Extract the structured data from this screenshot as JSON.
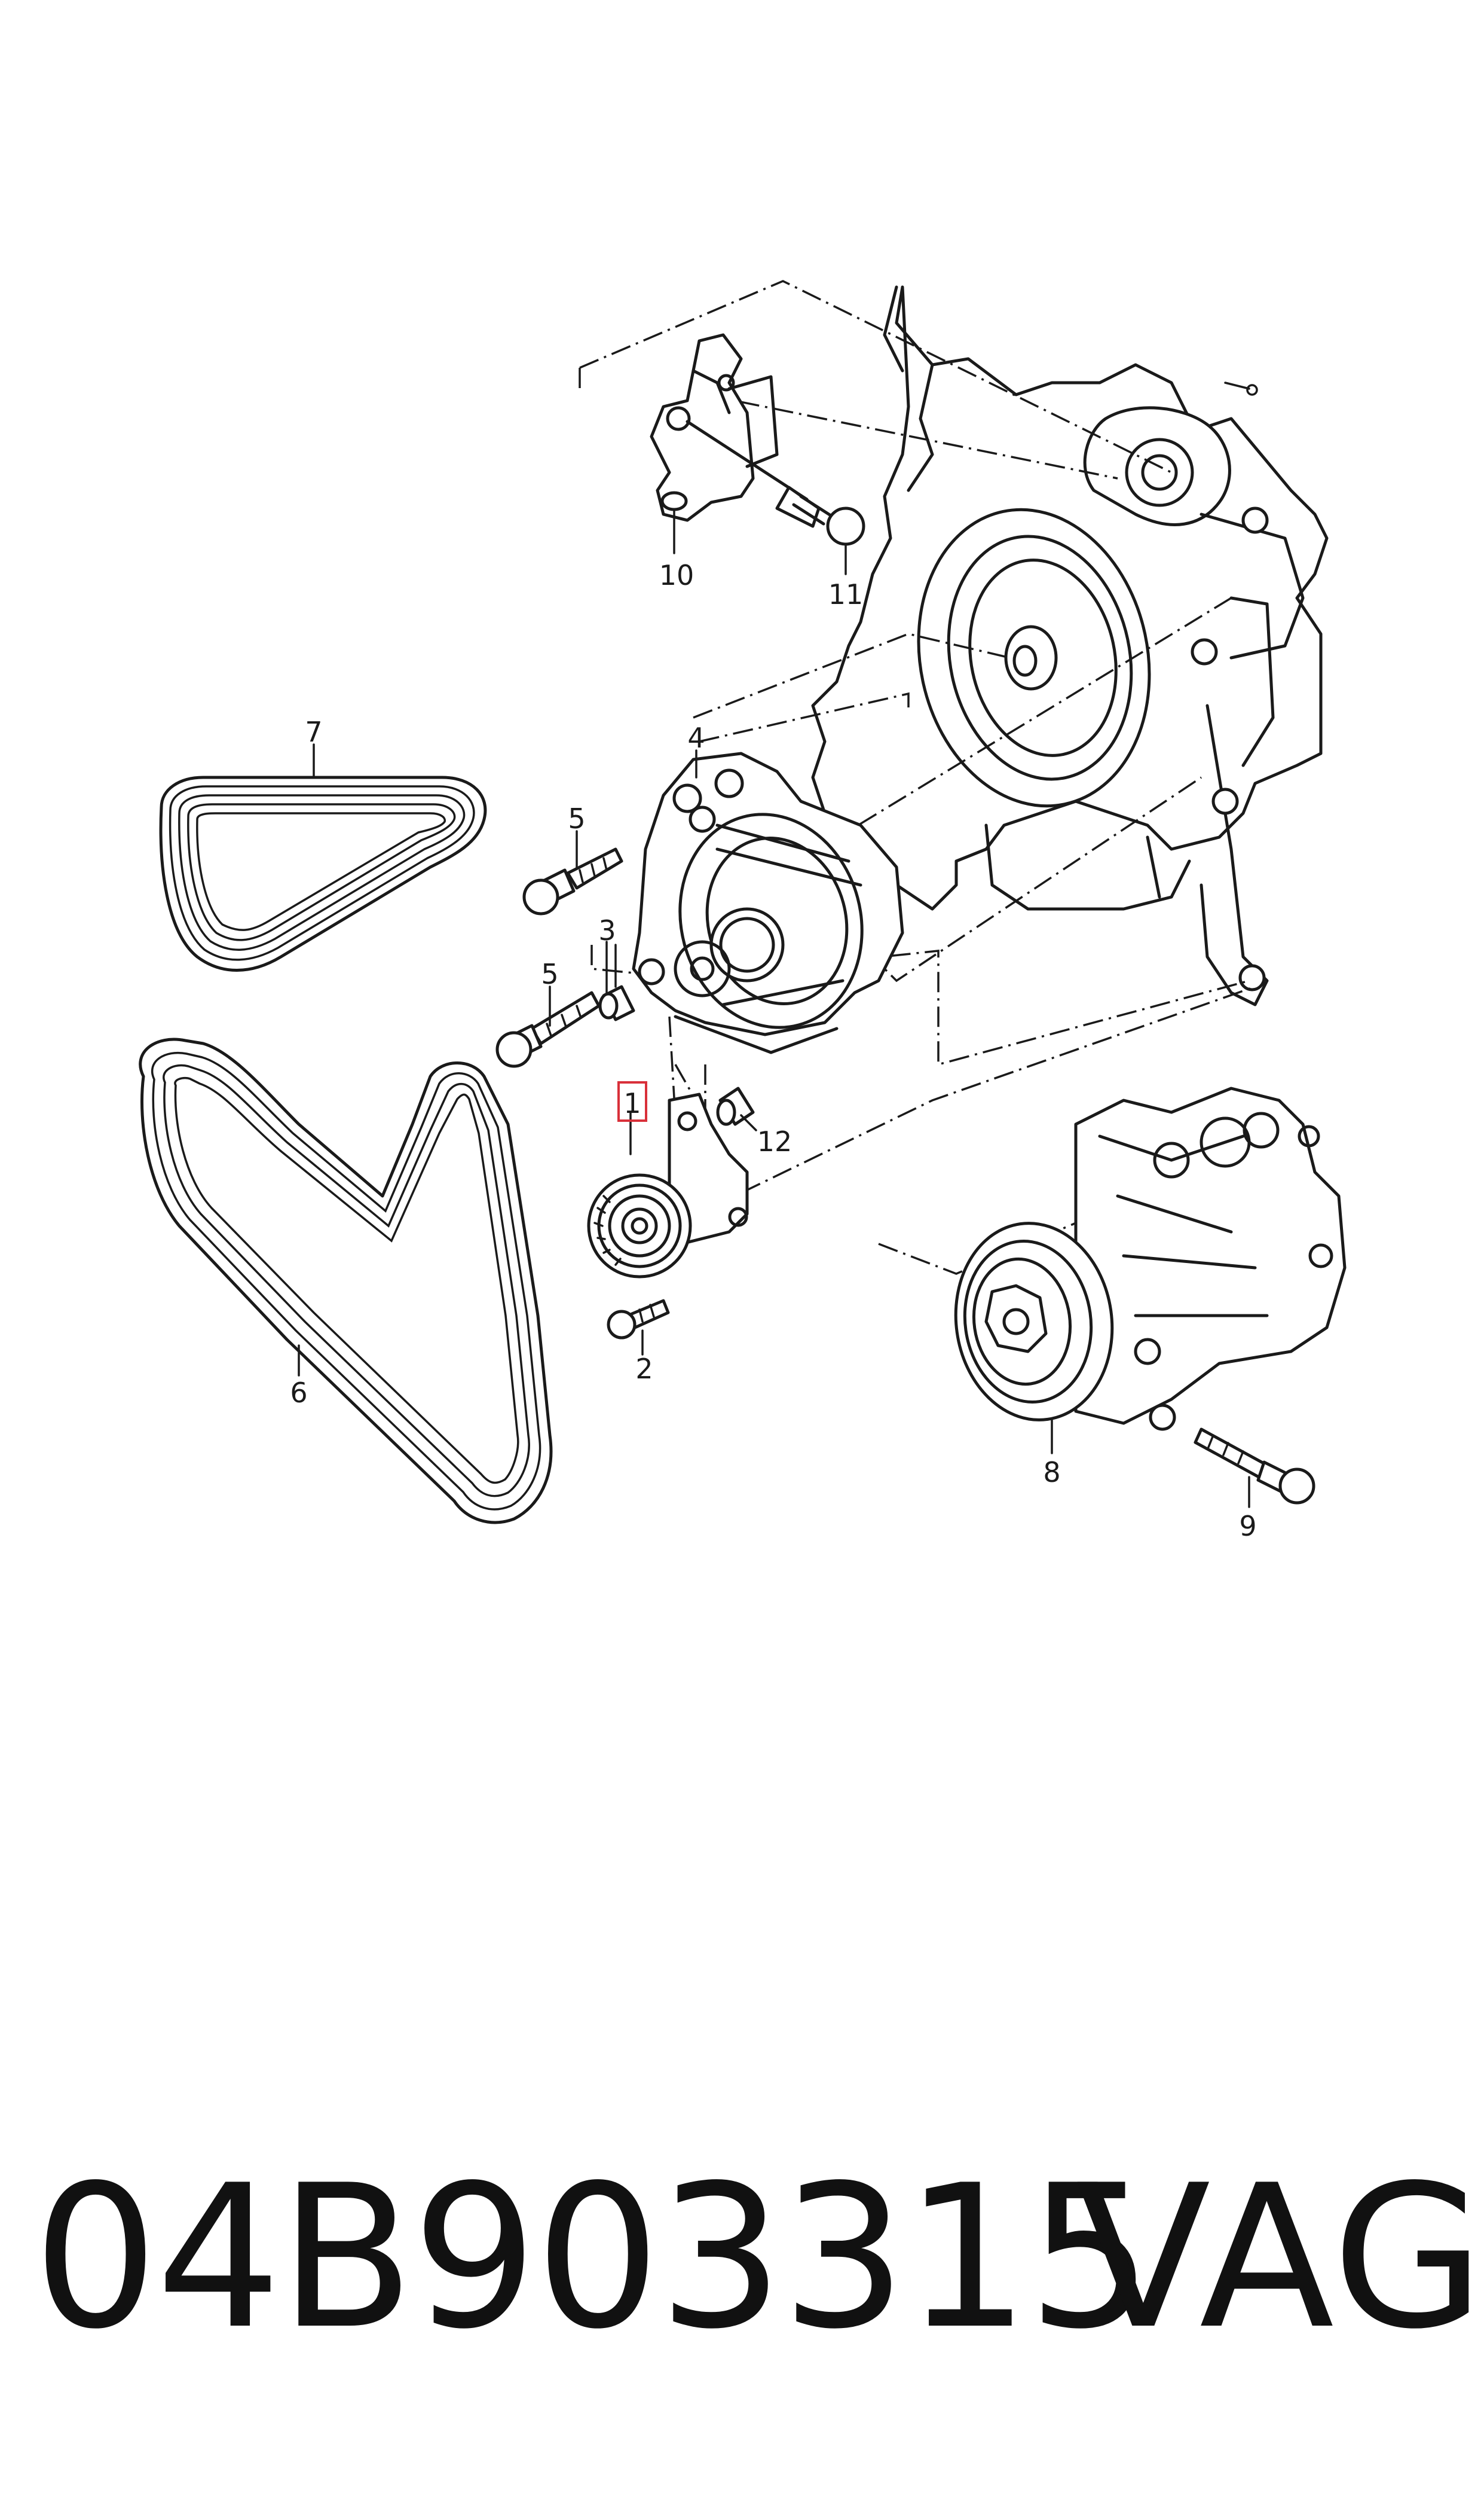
{
  "callouts": [
    "1",
    "2",
    "3",
    "4",
    "5",
    "5",
    "6",
    "7",
    "8",
    "9",
    "10",
    "11",
    "12"
  ],
  "highlighted_callout": "1",
  "highlight_color": "#d9303a",
  "caption": {
    "part_number": "04B903315",
    "brand": "VAG"
  }
}
